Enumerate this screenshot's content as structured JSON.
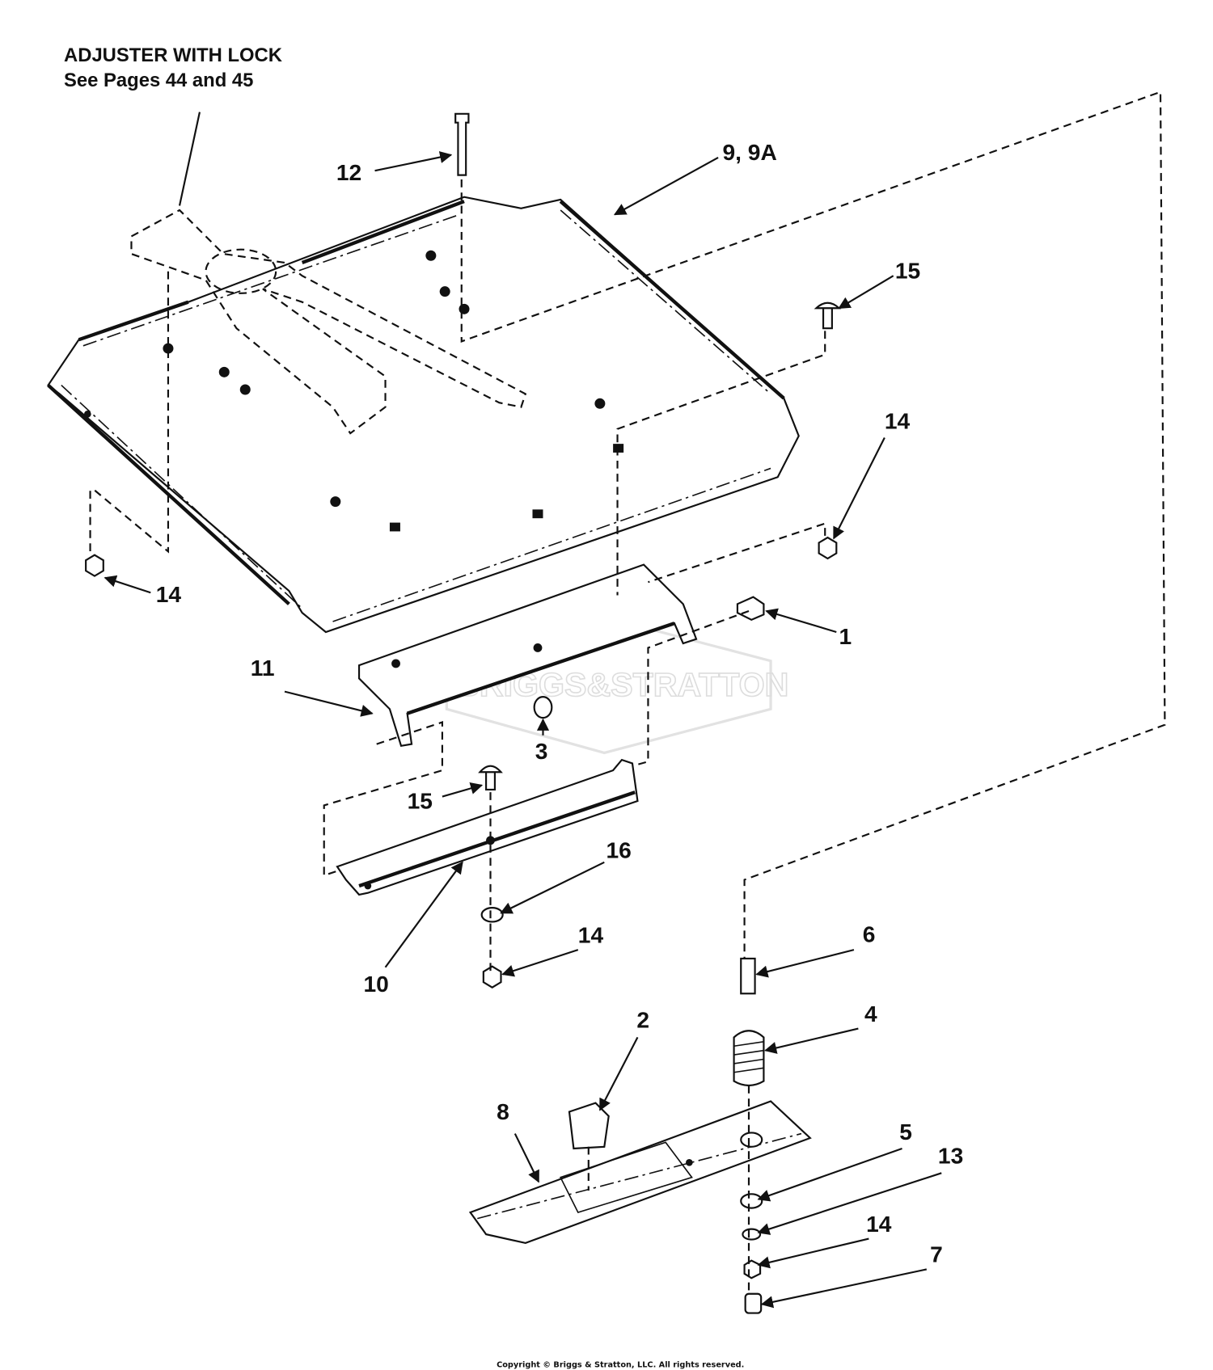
{
  "note": {
    "title": "ADJUSTER WITH LOCK",
    "subtitle": "See Pages 44 and 45"
  },
  "watermark": "BRIGGS&STRATTON",
  "callouts": {
    "c12": "12",
    "c9": "9, 9A",
    "c15a": "15",
    "c14a": "14",
    "c14b": "14",
    "c1": "1",
    "c11": "11",
    "c3": "3",
    "c15b": "15",
    "c16": "16",
    "c10": "10",
    "c14c": "14",
    "c6": "6",
    "c4": "4",
    "c2": "2",
    "c8": "8",
    "c5": "5",
    "c13": "13",
    "c14d": "14",
    "c7": "7"
  },
  "copyright": "Copyright © Briggs & Stratton, LLC. All rights reserved."
}
